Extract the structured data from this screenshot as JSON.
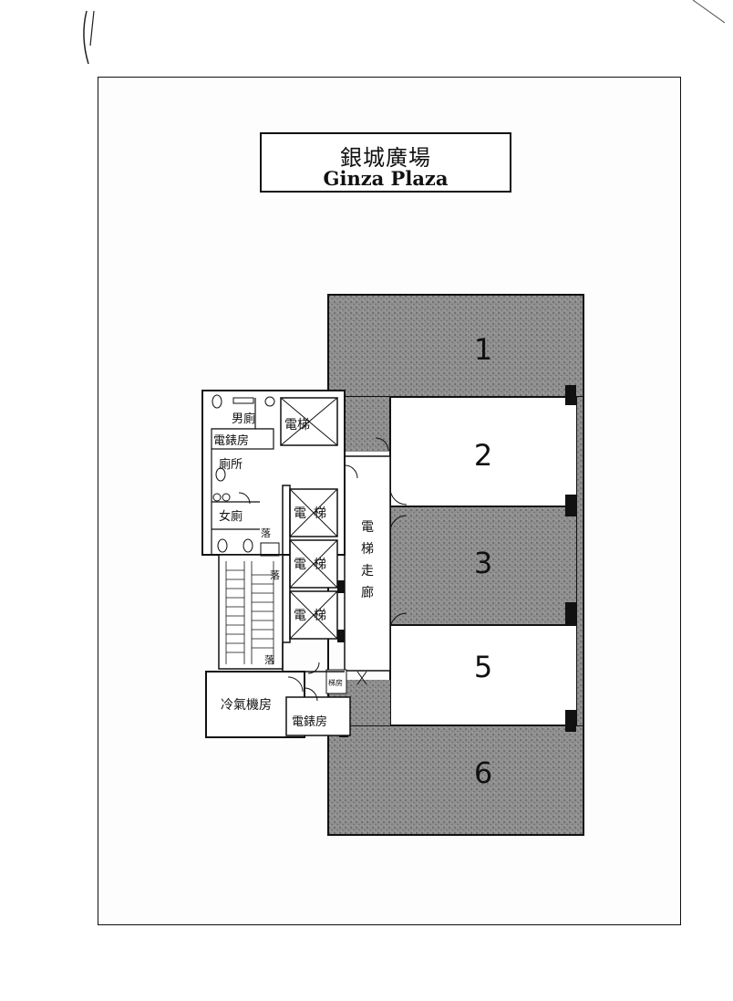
{
  "title": {
    "chinese": "銀城廣場",
    "english": "Ginza Plaza"
  },
  "units": [
    "1",
    "2",
    "3",
    "5",
    "6"
  ],
  "rooms": {
    "mens_toilet": "男廁",
    "electric_room_top": "電錶房",
    "toilet": "廁所",
    "womens_toilet": "女廁",
    "lift": "電梯",
    "lift_char_1": "電",
    "lift_char_2": "梯",
    "lift_lobby_1": "電",
    "lift_lobby_2": "梯",
    "lift_lobby_3": "走",
    "lift_lobby_4": "廊",
    "stair_drop_1": "落",
    "stair_drop_2": "落",
    "stair_drop_3": "落",
    "ac_plant_room": "冷氣機房",
    "electric_room_bottom": "電錶房",
    "small_room": "梯房"
  },
  "colors": {
    "shaded_unit": "#8a8a8a",
    "line": "#111111"
  }
}
